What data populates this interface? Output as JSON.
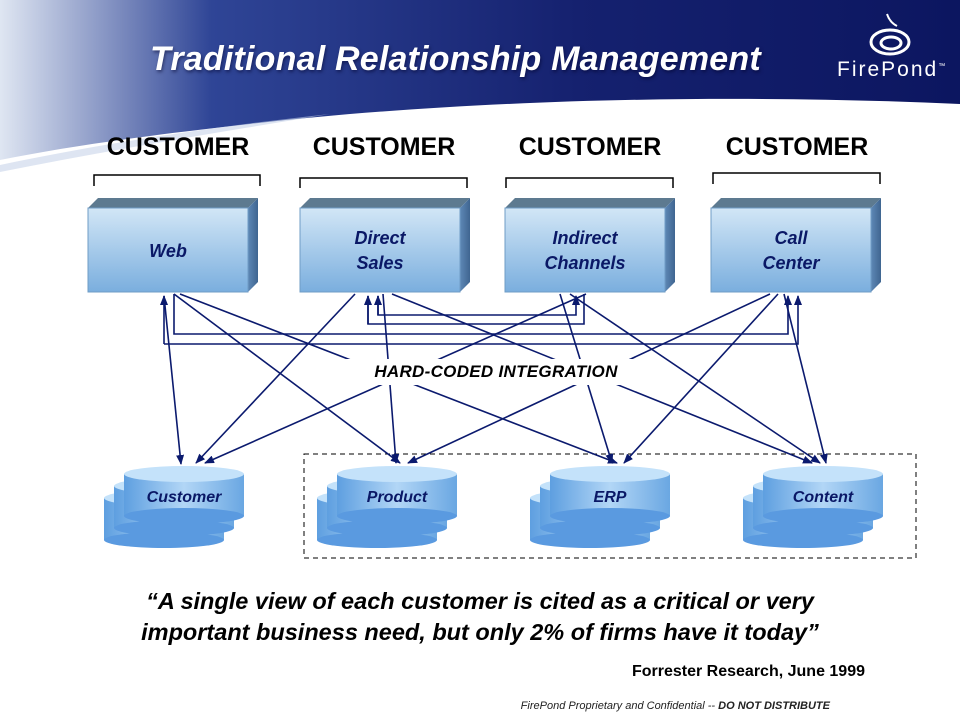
{
  "title": "Traditional Relationship Management",
  "logo": {
    "text": "FirePond",
    "trademark": "™"
  },
  "customers": [
    "CUSTOMER",
    "CUSTOMER",
    "CUSTOMER",
    "CUSTOMER"
  ],
  "channels": [
    {
      "line1": "Web",
      "line2": ""
    },
    {
      "line1": "Direct",
      "line2": "Sales"
    },
    {
      "line1": "Indirect",
      "line2": "Channels"
    },
    {
      "line1": "Call",
      "line2": "Center"
    }
  ],
  "integration_label": "HARD-CODED INTEGRATION",
  "databases": [
    "Customer",
    "Product",
    "ERP",
    "Content"
  ],
  "quote": {
    "line1": "“A single view of each customer is cited as a critical or very",
    "line2": "important business need, but only 2% of firms have it today”"
  },
  "source": "Forrester Research, June 1999",
  "footer": {
    "prefix": "FirePond Proprietary and Confidential -- ",
    "emphasis": "DO NOT DISTRIBUTE"
  },
  "colors": {
    "header_blue": "#14206e",
    "box_blue": "#8fc0e4",
    "box_top": "#5d7a90",
    "arrow": "#0b1a6e"
  }
}
